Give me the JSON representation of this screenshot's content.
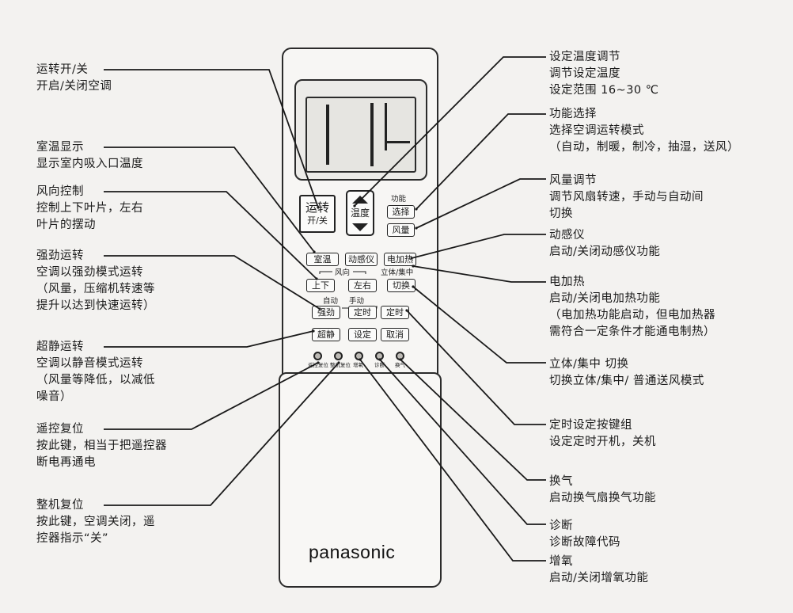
{
  "annotations_left": [
    {
      "id": "power",
      "title": "运转开/关",
      "lines": [
        "开启/关闭空调"
      ]
    },
    {
      "id": "room-temp",
      "title": "室温显示",
      "lines": [
        "显示室内吸入口温度"
      ]
    },
    {
      "id": "airflow-dir",
      "title": "风向控制",
      "lines": [
        "控制上下叶片，左右",
        "叶片的摆动"
      ]
    },
    {
      "id": "powerful",
      "title": "强劲运转",
      "lines": [
        "空调以强劲模式运转",
        "（风量，压缩机转速等",
        "提升以达到快速运转）"
      ]
    },
    {
      "id": "quiet",
      "title": "超静运转",
      "lines": [
        "空调以静音模式运转",
        "（风量等降低，以减低",
        "噪音）"
      ]
    },
    {
      "id": "remote-reset",
      "title": "遥控复位",
      "lines": [
        "按此键，相当于把遥控器",
        "断电再通电"
      ]
    },
    {
      "id": "unit-reset",
      "title": "整机复位",
      "lines": [
        "按此键，空调关闭，遥",
        "控器指示“关”"
      ]
    }
  ],
  "annotations_right": [
    {
      "id": "temp-set",
      "title": "设定温度调节",
      "lines": [
        "调节设定温度",
        "设定范围 16~30 ℃"
      ]
    },
    {
      "id": "mode",
      "title": "功能选择",
      "lines": [
        "选择空调运转模式",
        "（自动，制暖，制冷，抽湿，送风）"
      ]
    },
    {
      "id": "fan",
      "title": "风量调节",
      "lines": [
        "调节风扇转速，手动与自动间",
        "切换"
      ]
    },
    {
      "id": "motion",
      "title": "动感仪",
      "lines": [
        "启动/关闭动感仪功能"
      ]
    },
    {
      "id": "heater",
      "title": "电加热",
      "lines": [
        "启动/关闭电加热功能",
        "（电加热功能启动，但电加热器",
        "需符合一定条件才能通电制热）"
      ]
    },
    {
      "id": "stereo",
      "title": "立体/集中 切换",
      "lines": [
        "切换立体/集中/ 普通送风模式"
      ]
    },
    {
      "id": "timer",
      "title": "定时设定按键组",
      "lines": [
        "设定定时开机，关机"
      ]
    },
    {
      "id": "vent",
      "title": "换气",
      "lines": [
        "启动换气扇换气功能"
      ]
    },
    {
      "id": "diag",
      "title": "诊断",
      "lines": [
        "诊断故障代码"
      ]
    },
    {
      "id": "oxygen",
      "title": "增氧",
      "lines": [
        "启动/关闭增氧功能"
      ]
    }
  ],
  "remote": {
    "brand": "panasonic",
    "power_key": [
      "运转",
      "开/关"
    ],
    "temp_key": "温度",
    "func_label": "功能",
    "select_key": "选择",
    "fan_key": "风量",
    "row1": [
      "室温",
      "动感仪",
      "电加热"
    ],
    "wind_dir_label": "风向",
    "stereo_label": "立体/集中",
    "row2": [
      "上下",
      "左右",
      "切换"
    ],
    "auto_label": "自动",
    "manual_label": "手动",
    "row3": [
      "强劲",
      "定时",
      "定时"
    ],
    "row4": [
      "超静",
      "设定",
      "取消"
    ],
    "hole_labels": [
      "遥控复位",
      "整机复位",
      "增氧",
      "诊断",
      "换气"
    ]
  }
}
